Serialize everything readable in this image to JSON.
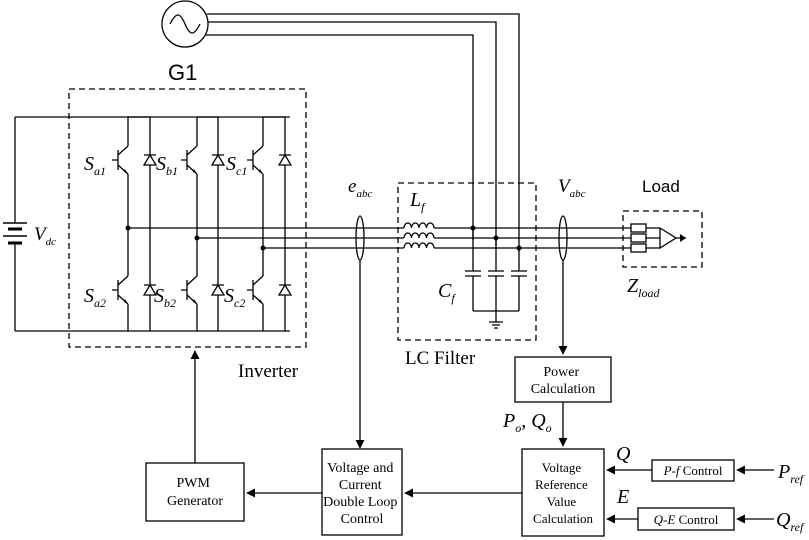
{
  "source": {
    "label": "G1"
  },
  "inverter": {
    "label": "Inverter",
    "switches": [
      {
        "main": "S",
        "sub": "a1"
      },
      {
        "main": "S",
        "sub": "b1"
      },
      {
        "main": "S",
        "sub": "c1"
      },
      {
        "main": "S",
        "sub": "a2"
      },
      {
        "main": "S",
        "sub": "b2"
      },
      {
        "main": "S",
        "sub": "c2"
      }
    ]
  },
  "dc_source": {
    "main": "V",
    "sub": "dc"
  },
  "signals": {
    "e_abc": {
      "main": "e",
      "sub": "abc"
    },
    "v_abc": {
      "main": "V",
      "sub": "abc"
    },
    "po": {
      "main": "P",
      "sub": "o"
    },
    "qo": {
      "main": "Q",
      "sub": "o"
    },
    "q": "Q",
    "e": "E",
    "p_ref": {
      "main": "P",
      "sub": "ref"
    },
    "q_ref": {
      "main": "Q",
      "sub": "ref"
    }
  },
  "lc_filter": {
    "label": "LC Filter",
    "lf": {
      "main": "L",
      "sub": "f"
    },
    "cf": {
      "main": "C",
      "sub": "f"
    }
  },
  "load": {
    "label": "Load",
    "z": {
      "main": "Z",
      "sub": "load"
    }
  },
  "blocks": {
    "power_calc": [
      "Power",
      "Calculation"
    ],
    "pwm": [
      "PWM",
      "Generator"
    ],
    "vc_loop": [
      "Voltage and",
      "Current",
      "Double Loop",
      "Control"
    ],
    "vref": [
      "Voltage",
      "Reference",
      "Value",
      "Calculation"
    ],
    "pf_control": {
      "italic": "P-f",
      "rest": " Control"
    },
    "qe_control": {
      "italic": "Q-E",
      "rest": " Control"
    }
  }
}
